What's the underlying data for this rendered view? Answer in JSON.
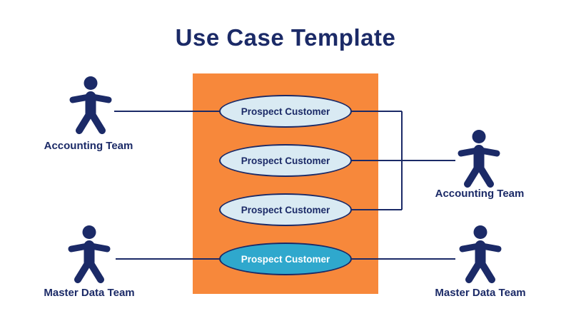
{
  "title": "Use Case Template",
  "colors": {
    "navy": "#1b2a67",
    "orange": "#f7883b",
    "usecase_fill_light": "#d9eaf3",
    "usecase_fill_highlight": "#2fa8cd",
    "background": "#ffffff"
  },
  "actors": [
    {
      "label": "Accounting Team",
      "position": "left-top"
    },
    {
      "label": "Accounting Team",
      "position": "right-middle"
    },
    {
      "label": "Master Data Team",
      "position": "left-bottom"
    },
    {
      "label": "Master Data Team",
      "position": "right-bottom"
    }
  ],
  "use_cases": [
    {
      "label": "Prospect Customer",
      "style": "light"
    },
    {
      "label": "Prospect Customer",
      "style": "light"
    },
    {
      "label": "Prospect Customer",
      "style": "light"
    },
    {
      "label": "Prospect Customer",
      "style": "highlighted"
    }
  ],
  "connections": [
    {
      "from": "actor-accounting-left",
      "to": "use-case-1"
    },
    {
      "from": "use-case-1",
      "to": "actor-accounting-right"
    },
    {
      "from": "use-case-2",
      "to": "actor-accounting-right"
    },
    {
      "from": "use-case-3",
      "to": "actor-accounting-right"
    },
    {
      "from": "actor-master-data-left",
      "to": "use-case-4"
    },
    {
      "from": "use-case-4",
      "to": "actor-master-data-right"
    }
  ]
}
